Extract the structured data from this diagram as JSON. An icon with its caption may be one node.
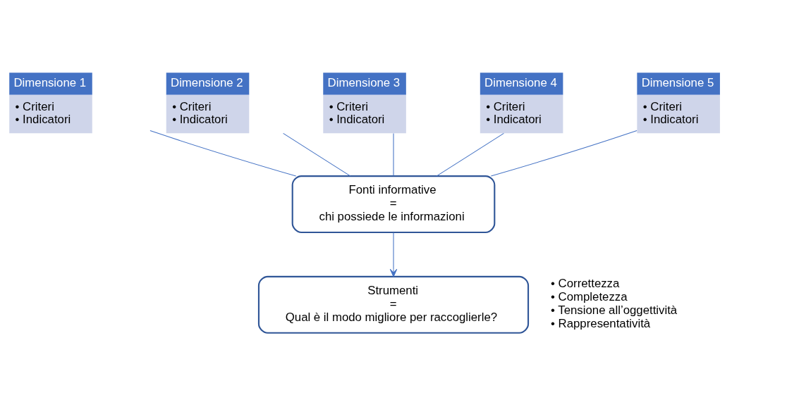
{
  "diagram": {
    "nodes": [
      {
        "text": [
          "Dimensione 1",
          "• Criteri",
          "• Indicatori"
        ]
      },
      {
        "text": [
          "Dimensione 2",
          "• Criteri",
          "• Indicatori"
        ]
      },
      {
        "text": [
          "Dimensione 3",
          "• Criteri",
          "• Indicatori"
        ]
      },
      {
        "text": [
          "Dimensione 4",
          "• Criteri",
          "• Indicatori"
        ]
      },
      {
        "text": [
          "Dimensione 5",
          "• Criteri",
          "• Indicatori"
        ]
      },
      {
        "text": [
          "Fonti informative",
          "=",
          "chi possiede le informazioni"
        ]
      },
      {
        "text": [
          "Strumenti",
          "=",
          "Qual è il modo migliore per raccoglierle?"
        ]
      }
    ],
    "edges": [
      {
        "from": 0,
        "to": 5,
        "arrow": "none"
      },
      {
        "from": 1,
        "to": 5,
        "arrow": "none"
      },
      {
        "from": 2,
        "to": 5,
        "arrow": "none"
      },
      {
        "from": 3,
        "to": 5,
        "arrow": "none"
      },
      {
        "from": 4,
        "to": 5,
        "arrow": "none"
      },
      {
        "from": 5,
        "to": 6,
        "arrow": "to"
      }
    ],
    "labels": [
      "• Correttezza",
      "• Completezza",
      "• Tensione all’oggettività",
      "• Rappresentatività"
    ]
  }
}
